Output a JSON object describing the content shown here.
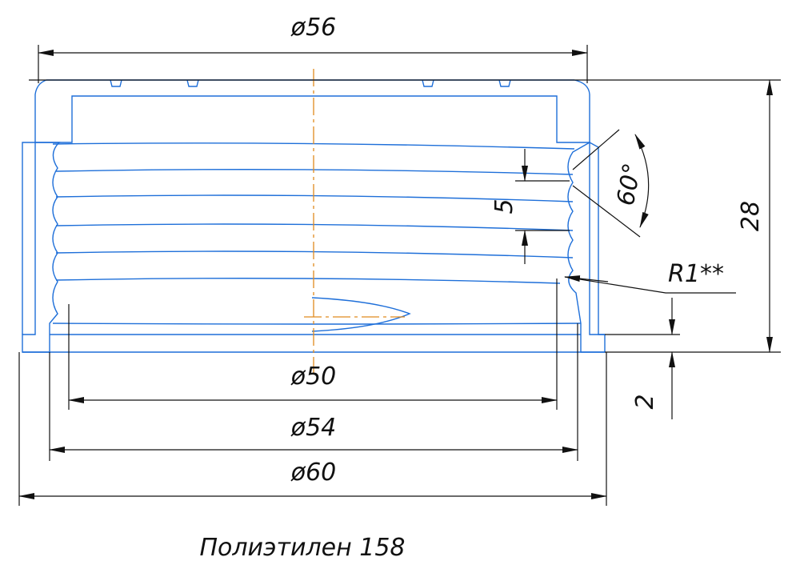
{
  "drawing": {
    "material_note": "Полиэтилен 158",
    "dimensions": {
      "outer_top_diameter": "ø56",
      "height": "28",
      "thread_pitch": "5",
      "thread_angle": "60°",
      "root_radius": "R1**",
      "bottom_lip": "2",
      "thread_inner_diameter": "ø50",
      "thread_outer_diameter": "ø54",
      "base_diameter": "ø60"
    },
    "colors": {
      "outline": "#1e6fd9",
      "dimension_lines": "#111111",
      "center_axis": "#e08a1e",
      "hatch": "#111111"
    }
  }
}
